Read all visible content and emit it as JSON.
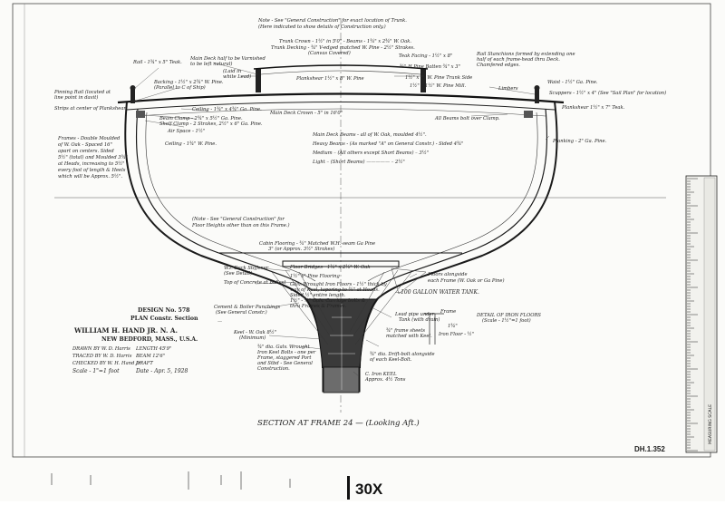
{
  "notes": {
    "top_1": "Note - See \"General Construction\" for exact location of Trunk.",
    "top_2": "(Here indicated to show details of Construction only.)",
    "trunk_crown": "Trunk Crown - 1½\" in 5'0\" - Beams - 1¾\" x 2¾\" W. Oak.",
    "trunk_backing": "Trunk Decking - ¾\" V-edged matched W. Pine - 2½\" Strakes.",
    "trunk_backing_2": "(Canvas Covered)",
    "rail": "Rail - 1¾\" x 5\" Teak.",
    "hatch_deck": "Main Deck half to be Varnished",
    "hatch_deck_2": "to be left natural)",
    "backing": "Backing - 1½\" x 2¾\" W. Pine.",
    "backing_2": "(Parallel to C of Ship)",
    "white_lead": "(Laid in",
    "white_lead_2": "white Lead)",
    "plank_trunk": "Plankshear 1½\" x 8\" W. Pine",
    "teak_facing": "Teak Facing - 1½\" x 8\"",
    "fine_bolted": "¾\" H.Pine Batten ¾\" x 3\"",
    "trunk_side": "1½\" x 3\" W. Pine Trunk Side",
    "hne_mill": "1½\" x 1½\" W. Pine Mill.",
    "rail_stanchions": "Rail Stanchions formed by extending one",
    "rail_stanchions_2": "half of each frame-head thru Deck.",
    "rail_stanchions_3": "Chamfered edges.",
    "waist": "Waist - 1½\" Ga. Pine.",
    "limbers": "Limbers",
    "scuppers": "Scuppers - 1½\" x 4\" (See \"Sail Plan\" for location)",
    "plankshear": "Plankshear 1½\" x 7\" Teak.",
    "pinrail": "Pinning Rail (located at",
    "pinrail_2": "line point in davit)",
    "strips": "Strips at center of Plankshear",
    "ceiling_top": "Ceiling - 1¾\" x 4¾\" Ga. Pine.",
    "deck_crown": "Main Deck Crown - 5\" in 16'0\"",
    "beam_clamp": "Beam Clamp - 2¾\" x 5½\" Ga. Pine.",
    "shelf_clamp": "Shelf Clamp - 2 Strakes, 2½\" x 6\" Ga. Pine.",
    "air_space": "Air Space - 1½\"",
    "ceiling": "Ceiling - 1¾\" W. Pine.",
    "beams_clamp": "All Beams bolt over Clamp.",
    "planking": "Planking - 2\" Ga. Pine.",
    "frames": [
      "Frames - Double Moulded",
      "of W. Oak - Spaced 16\"",
      "apart on centers. Sided",
      "5½\" (total) and Moulded 3¾\"",
      "at Heads, increasing to 5½\"",
      "every foot of length & Heels",
      "which will be Approx. 5½\".",
      ""
    ],
    "beams": [
      "Main Deck Beams - all of W. Oak, moulded 4½\".",
      "Heavy Beams - (As marked \"A\" on General Constr.) - Sided 4¾\"",
      "Medium  –   (All others except Short Beams) –   3½\"",
      "Light   –   (Short Beams) ————— –   2½\""
    ],
    "floor_heights": "(Note - See \"General Construction\" for",
    "floor_heights_2": "Floor Heights other than on this Frame.)",
    "cabin_flooring": "Cabin Flooring - ¾\" Matched W.H.-seam Ga Pine",
    "cabin_flooring_2": "3\" (or Approx. 3½\" Strakes)",
    "floor_bridges": "Floor Bridges - 1¾\" x 2¾\" W. Oak",
    "deck_stiffener": "W.I. Deck Stiffener",
    "deck_stiffener_2": "(See Detail)",
    "top_keel": "Top of Concrete at Ballast",
    "floor_spacing": "1½\" x\" Pine Flooring",
    "wrought": [
      "Galv. Wrought Iron Floors - 1½\" thick by",
      "way of Keel, tapering to ¾\" at Heads.",
      "Sided ½\" entire length.",
      "1½\" - ¾\" Galv. Carriage bolts &",
      "thru Frames & Frames."
    ],
    "floors_alongside": "Floors alongside",
    "floors_alongside_2": "each Frame (W. Oak or Ga Pine)",
    "water_tank": "---100 GALLON WATER TANK.",
    "cement": "Cement & Boiler Punchings",
    "cement_2": "(See General Constr.)",
    "dowels": "—",
    "keel": "Keel - W. Oak 8½\"",
    "keel_2": "(Minimum)",
    "iron_bolts": [
      "¾\" dia. Galv. Wrought",
      "Iron Keel Bolts - one per",
      "Frame, staggered Port",
      "and Stbd - See General",
      "Construction."
    ],
    "drift_bolt": "¾\" dia. Drift-bolt alongside",
    "drift_bolt_2": "of each Keel-Bolt.",
    "frame_cross": "¾\" frame sheets",
    "frame_cross_2": "matched with Keel.",
    "lead_pipe": "Lead pipe under",
    "lead_pipe_2": "Tank (with drain)",
    "iron_keel": "C. Iron KEEL",
    "iron_keel_2": "Approx. 4½ Tons",
    "iron_floors": "DETAIL OF IRON FLOORS",
    "iron_floors_2": "(Scale - 1½\"=1 foot)",
    "frame_small": "Frame",
    "one_quarter": "1¾\"",
    "iron_floor_small": "Iron Floor - ½\""
  },
  "caption": {
    "section": "SECTION AT FRAME 24 — (Looking Aft.)"
  },
  "title_block": {
    "design_no": "DESIGN No. 578",
    "plan": "PLAN  Constr. Section",
    "designer": "WILLIAM H. HAND JR. N. A.",
    "location": "NEW BEDFORD, MASS., U.S.A.",
    "drawn_by": "DRAWN BY  W. D. Harris",
    "length": "LENGTH   45'9\"",
    "traced_by": "TRACED BY  W. D. Harris",
    "beam": "BEAM   12'6\"",
    "checked_by": "CHECKED BY  W. H. Hand Jr.",
    "draft": "DRAFT",
    "scale": "Scale - 1\"=1 foot",
    "date": "Date - Apr. 5, 1928"
  },
  "sheet": {
    "number": "DH.1.352"
  },
  "marker": {
    "label": "30X"
  },
  "ruler": {
    "label": "MEASURING SCALE"
  }
}
